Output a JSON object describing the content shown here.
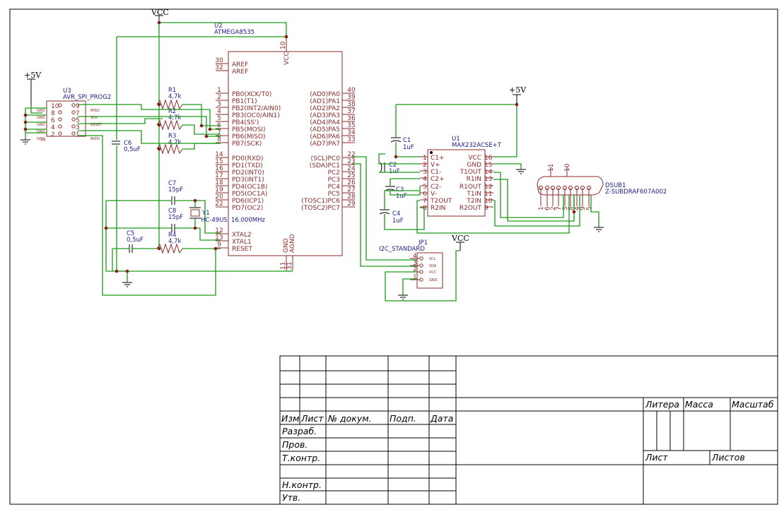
{
  "power": {
    "vcc": "VCC",
    "p5v": "+5V"
  },
  "u2": {
    "ref": "U2",
    "value": "ATMEGA8535",
    "vcc_label": "VCC",
    "vcc_num": "10",
    "gnd_label": "GND",
    "agnd_label": "AGND",
    "gnd_num": "11",
    "agnd_num": "31",
    "left_pins": [
      {
        "num": "30",
        "name": "AREF"
      },
      {
        "num": "32",
        "name": "AREF"
      },
      {
        "num": "1",
        "name": "PB0(XCK/T0)"
      },
      {
        "num": "2",
        "name": "PB1(T1)"
      },
      {
        "num": "3",
        "name": "PB2(INT2/AIN0)"
      },
      {
        "num": "4",
        "name": "PB3(OC0/AIN1)"
      },
      {
        "num": "5",
        "name": "PB4(SS')"
      },
      {
        "num": "6",
        "name": "PB5(MOSI)"
      },
      {
        "num": "7",
        "name": "PB6(MISO)"
      },
      {
        "num": "8",
        "name": "PB7(SCK)"
      },
      {
        "num": "14",
        "name": "PD0(RXD)"
      },
      {
        "num": "15",
        "name": "PD1(TXD)"
      },
      {
        "num": "16",
        "name": "PD2(INT0)"
      },
      {
        "num": "17",
        "name": "PD3(INT1)"
      },
      {
        "num": "18",
        "name": "PD4(OC1B)"
      },
      {
        "num": "19",
        "name": "PD5(OC1A)"
      },
      {
        "num": "20",
        "name": "PD6(ICP1)"
      },
      {
        "num": "22",
        "name": "PD7(OC2)"
      },
      {
        "num": "12",
        "name": "XTAL2"
      },
      {
        "num": "13",
        "name": "XTAL1"
      },
      {
        "num": "9",
        "name": "RESET"
      }
    ],
    "right_pins": [
      {
        "num": "40",
        "name": "(AD0)PA0"
      },
      {
        "num": "39",
        "name": "(AD1)PA1"
      },
      {
        "num": "38",
        "name": "(AD2)PA2"
      },
      {
        "num": "37",
        "name": "(AD3)PA3"
      },
      {
        "num": "36",
        "name": "(AD4)PA4"
      },
      {
        "num": "35",
        "name": "(AD5)PA5"
      },
      {
        "num": "34",
        "name": "(AD6)PA6"
      },
      {
        "num": "33",
        "name": "(AD7)PA7"
      },
      {
        "num": "22",
        "name": "(SCL)PC0"
      },
      {
        "num": "23",
        "name": "(SDA)PC1"
      },
      {
        "num": "24",
        "name": "PC2"
      },
      {
        "num": "25",
        "name": "PC3"
      },
      {
        "num": "26",
        "name": "PC4"
      },
      {
        "num": "27",
        "name": "PC5"
      },
      {
        "num": "28",
        "name": "(TOSC1)PC6"
      },
      {
        "num": "29",
        "name": "(TOSC2)PC7"
      }
    ]
  },
  "u3": {
    "ref": "U3",
    "value": "AVR_SPI_PROG2",
    "left_nums": [
      "10",
      "8",
      "6",
      "4",
      "2"
    ],
    "right_nums": [
      "9",
      "7",
      "5",
      "3",
      "1"
    ],
    "left_tiny": [
      "GND",
      "GND",
      "GND",
      "GND",
      "GND"
    ],
    "right_tiny": [
      "MISO",
      "SCK",
      "RESET",
      "",
      "MOSI"
    ],
    "vcc_tiny": "+5"
  },
  "resistors": [
    {
      "ref": "R1",
      "value": "4,7k"
    },
    {
      "ref": "R2",
      "value": "4,7k"
    },
    {
      "ref": "R3",
      "value": "4,7k"
    },
    {
      "ref": "R4",
      "value": "4,7k"
    }
  ],
  "caps": [
    {
      "ref": "C6",
      "value": "0,5uF"
    },
    {
      "ref": "C7",
      "value": "15pF"
    },
    {
      "ref": "C8",
      "value": "15pF"
    },
    {
      "ref": "C5",
      "value": "0,5uF"
    },
    {
      "ref": "C1",
      "value": "1uF"
    },
    {
      "ref": "C2",
      "value": "1uF"
    },
    {
      "ref": "C3",
      "value": "1uF"
    },
    {
      "ref": "C4",
      "value": "1uF"
    }
  ],
  "y1": {
    "ref": "Y1",
    "value": "HC-49US",
    "freq": "16.000MHz"
  },
  "u1": {
    "ref": "U1",
    "value": "MAX232ACSE+T",
    "left_pins": [
      {
        "num": "1",
        "name": "C1+"
      },
      {
        "num": "2",
        "name": "V+"
      },
      {
        "num": "3",
        "name": "C1-"
      },
      {
        "num": "4",
        "name": "C2+"
      },
      {
        "num": "5",
        "name": "C2-"
      },
      {
        "num": "6",
        "name": "V-"
      },
      {
        "num": "7",
        "name": "T2OUT"
      },
      {
        "num": "8",
        "name": "R2IN"
      }
    ],
    "right_pins": [
      {
        "num": "16",
        "name": "VCC"
      },
      {
        "num": "15",
        "name": "GND"
      },
      {
        "num": "14",
        "name": "T1OUT"
      },
      {
        "num": "13",
        "name": "R1IN"
      },
      {
        "num": "12",
        "name": "R1OUT"
      },
      {
        "num": "11",
        "name": "T1IN"
      },
      {
        "num": "10",
        "name": "T2IN"
      },
      {
        "num": "9",
        "name": "R2OUT"
      }
    ]
  },
  "dsub1": {
    "ref": "DSUB1",
    "value": "Z-SUBDRAF607A002",
    "top_nums": [
      "11",
      "10"
    ],
    "bottom_nums": [
      "1",
      "6",
      "2",
      "7",
      "3",
      "8",
      "4",
      "9",
      "5"
    ]
  },
  "jp1": {
    "ref": "JP1",
    "value": "I2C_STANDARD",
    "pins": [
      {
        "num": "4",
        "name": "SCL"
      },
      {
        "num": "3",
        "name": "SDA"
      },
      {
        "num": "2",
        "name": "VCC"
      },
      {
        "num": "1",
        "name": "GND"
      }
    ]
  },
  "title_block": {
    "rev_headers": [
      "Изм",
      "Лист",
      "№ докум.",
      "Подп.",
      "Дата"
    ],
    "roles": [
      "Разраб.",
      "Пров.",
      "Т.контр.",
      "",
      "Н.контр.",
      "Утв."
    ],
    "litera": "Литера",
    "massa": "Масса",
    "masshtab": "Масштаб",
    "list": "Лист",
    "listov": "Листов"
  }
}
